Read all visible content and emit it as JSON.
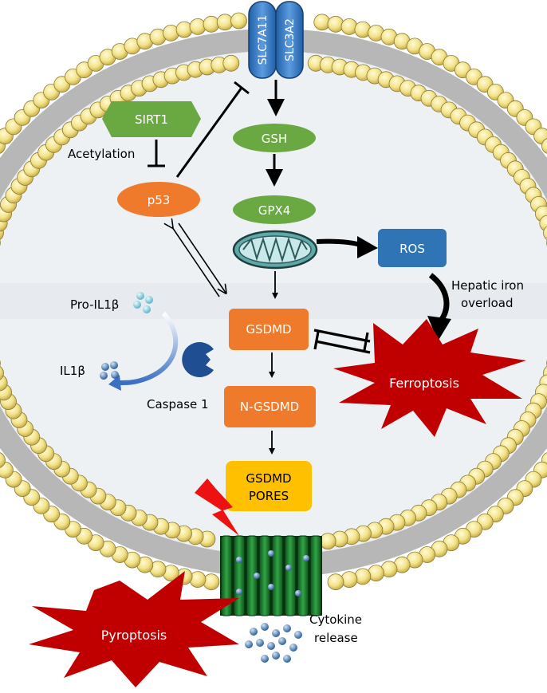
{
  "transporter": {
    "slc7a11": "SLC7A11",
    "slc3a2": "SLC3A2"
  },
  "nodes": {
    "sirt1": "SIRT1",
    "acetylation": "Acetylation",
    "p53": "p53",
    "gsh": "GSH",
    "gpx4": "GPX4",
    "ros": "ROS",
    "hepatic_iron_line1": "Hepatic iron",
    "hepatic_iron_line2": "overload",
    "pro_il1b": "Pro-IL1β",
    "il1b": "IL1β",
    "caspase1": "Caspase 1",
    "gsdmd": "GSDMD",
    "n_gsdmd": "N-GSDMD",
    "gsdmd_pores_line1": "GSDMD",
    "gsdmd_pores_line2": "PORES",
    "ferroptosis": "Ferroptosis",
    "pyroptosis": "Pyroptosis",
    "cytokine_line1": "Cytokine",
    "cytokine_line2": "release"
  },
  "colors": {
    "green_node": "#6aa842",
    "orange_node": "#f07a2c",
    "blue_node": "#2f74b5",
    "yellow_node": "#ffc000",
    "burst_red": "#c00000",
    "lipid_head": "#f3e38a",
    "membrane_tail": "#b7b7b7",
    "channel_green": "#1a7a2a",
    "cytosol": "#eef1f4"
  }
}
